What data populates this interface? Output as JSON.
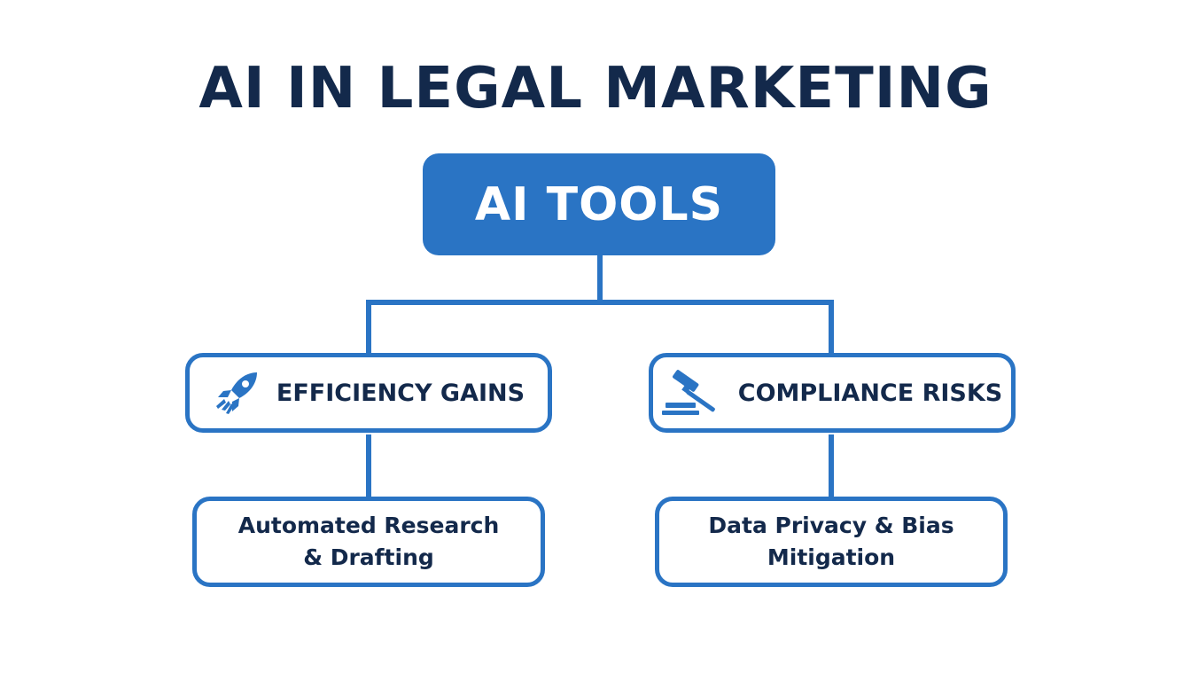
{
  "title": "AI IN LEGAL MARKETING",
  "colors": {
    "accent": "#2a74c4",
    "text": "#13294b",
    "background": "#ffffff"
  },
  "root": {
    "label": "AI TOOLS"
  },
  "branches": [
    {
      "label": "EFFICIENCY GAINS",
      "icon": "rocket-icon",
      "leaf": {
        "line1": "Automated Research",
        "line2": "& Drafting"
      }
    },
    {
      "label": "COMPLIANCE RISKS",
      "icon": "gavel-icon",
      "leaf": {
        "line1": "Data Privacy & Bias",
        "line2": "Mitigation"
      }
    }
  ]
}
